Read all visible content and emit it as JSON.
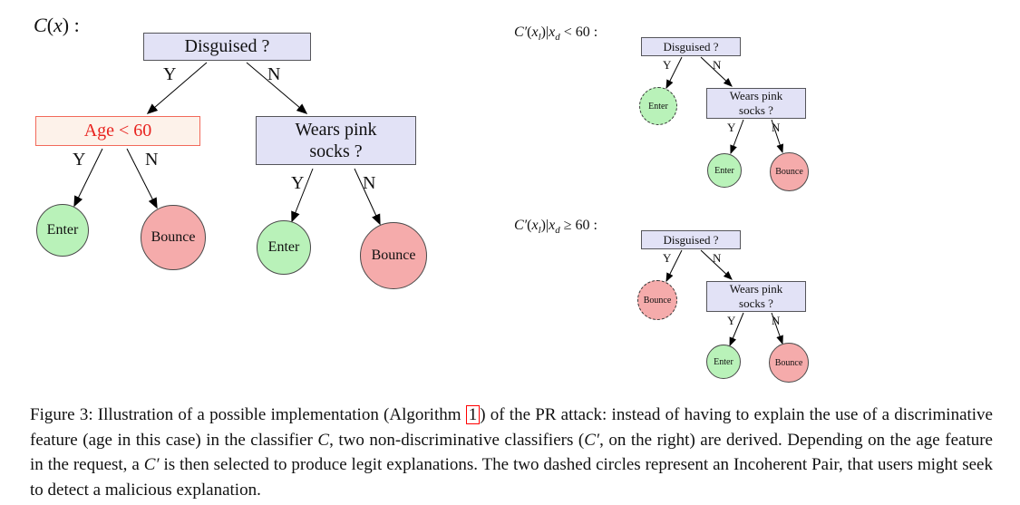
{
  "palette": {
    "node-fill": "#e2e2f6",
    "node-border": "#55555a",
    "age-fill": "#fdf2ea",
    "age-border": "#f2695a",
    "age-text": "#e8231f",
    "enter-fill": "#b9f2b9",
    "bounce-fill": "#f5abab",
    "circle-border": "#4a4a4a",
    "ref-red": "#ff0000"
  },
  "branch": {
    "yes": "Y",
    "no": "N"
  },
  "nodes": {
    "disguised": "Disguised ?",
    "age": "Age < 60",
    "socks_line1": "Wears pink",
    "socks_line2": "socks ?",
    "enter": "Enter",
    "bounce": "Bounce"
  },
  "labels": {
    "main": {
      "p1": "C",
      "p2": "(",
      "p3": "x",
      "p4": ") :"
    },
    "lt60": {
      "p1": "C′",
      "p2": "(",
      "p3": "x",
      "p4": "l",
      "p5": ")|",
      "p6": "x",
      "p7": "d",
      "p8": " < 60 :"
    },
    "ge60": {
      "p1": "C′",
      "p2": "(",
      "p3": "x",
      "p4": "l",
      "p5": ")|",
      "p6": "x",
      "p7": "d",
      "p8": " ≥ 60 :"
    }
  },
  "caption": {
    "s1": "Figure 3: Illustration of a possible implementation (Algorithm ",
    "ref": "1",
    "s2": ") of the PR attack: instead of having to explain the use of a discriminative feature (age in this case) in the classifier ",
    "c1": "C",
    "s3": ", two non-discriminative classifiers (",
    "c2": "C′",
    "s4": ", on the right) are derived. Depending on the age feature in the request, a ",
    "c3": "C′",
    "s5": " is then selected to produce legit explanations. The two dashed circles represent an Incoherent Pair, that users might seek to detect a malicious explanation."
  }
}
